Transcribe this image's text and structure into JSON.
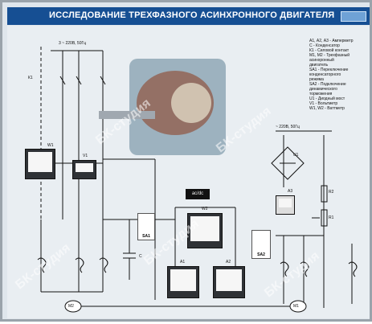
{
  "title": "ИССЛЕДОВАНИЕ ТРЕХФАЗНОГО АСИНХРОННОГО ДВИГАТЕЛЯ",
  "legend": [
    "А1, А2, А3 - Амперметр",
    "С - Конденсатор",
    "К1 - Силовой контакт",
    "М1, М2 - Трехфазный",
    "асинхронный",
    "двигатель",
    "SA1 - Переключение",
    "конденсаторного",
    "режима",
    "SA2 - Подключение",
    "динамического",
    "торможения",
    "U1 - Диодный мост",
    "V1 - Вольтметр",
    "W1, W2 - Ваттметр"
  ],
  "labels": {
    "supply_left": "3 ~ 220В, 50Гц",
    "supply_right": "~ 220В, 50Гц",
    "k1": "К1",
    "w1": "W1",
    "v1": "V1",
    "w2": "W2",
    "u1": "U1",
    "a1": "А1",
    "a2": "А2",
    "a3": "А3",
    "r1": "R1",
    "r2": "R2",
    "sa1": "SA1",
    "sa2": "SA2",
    "c": "С",
    "m1": "М1",
    "m2": "М2",
    "display": "ac/dc"
  },
  "watermark": "БК-студия"
}
